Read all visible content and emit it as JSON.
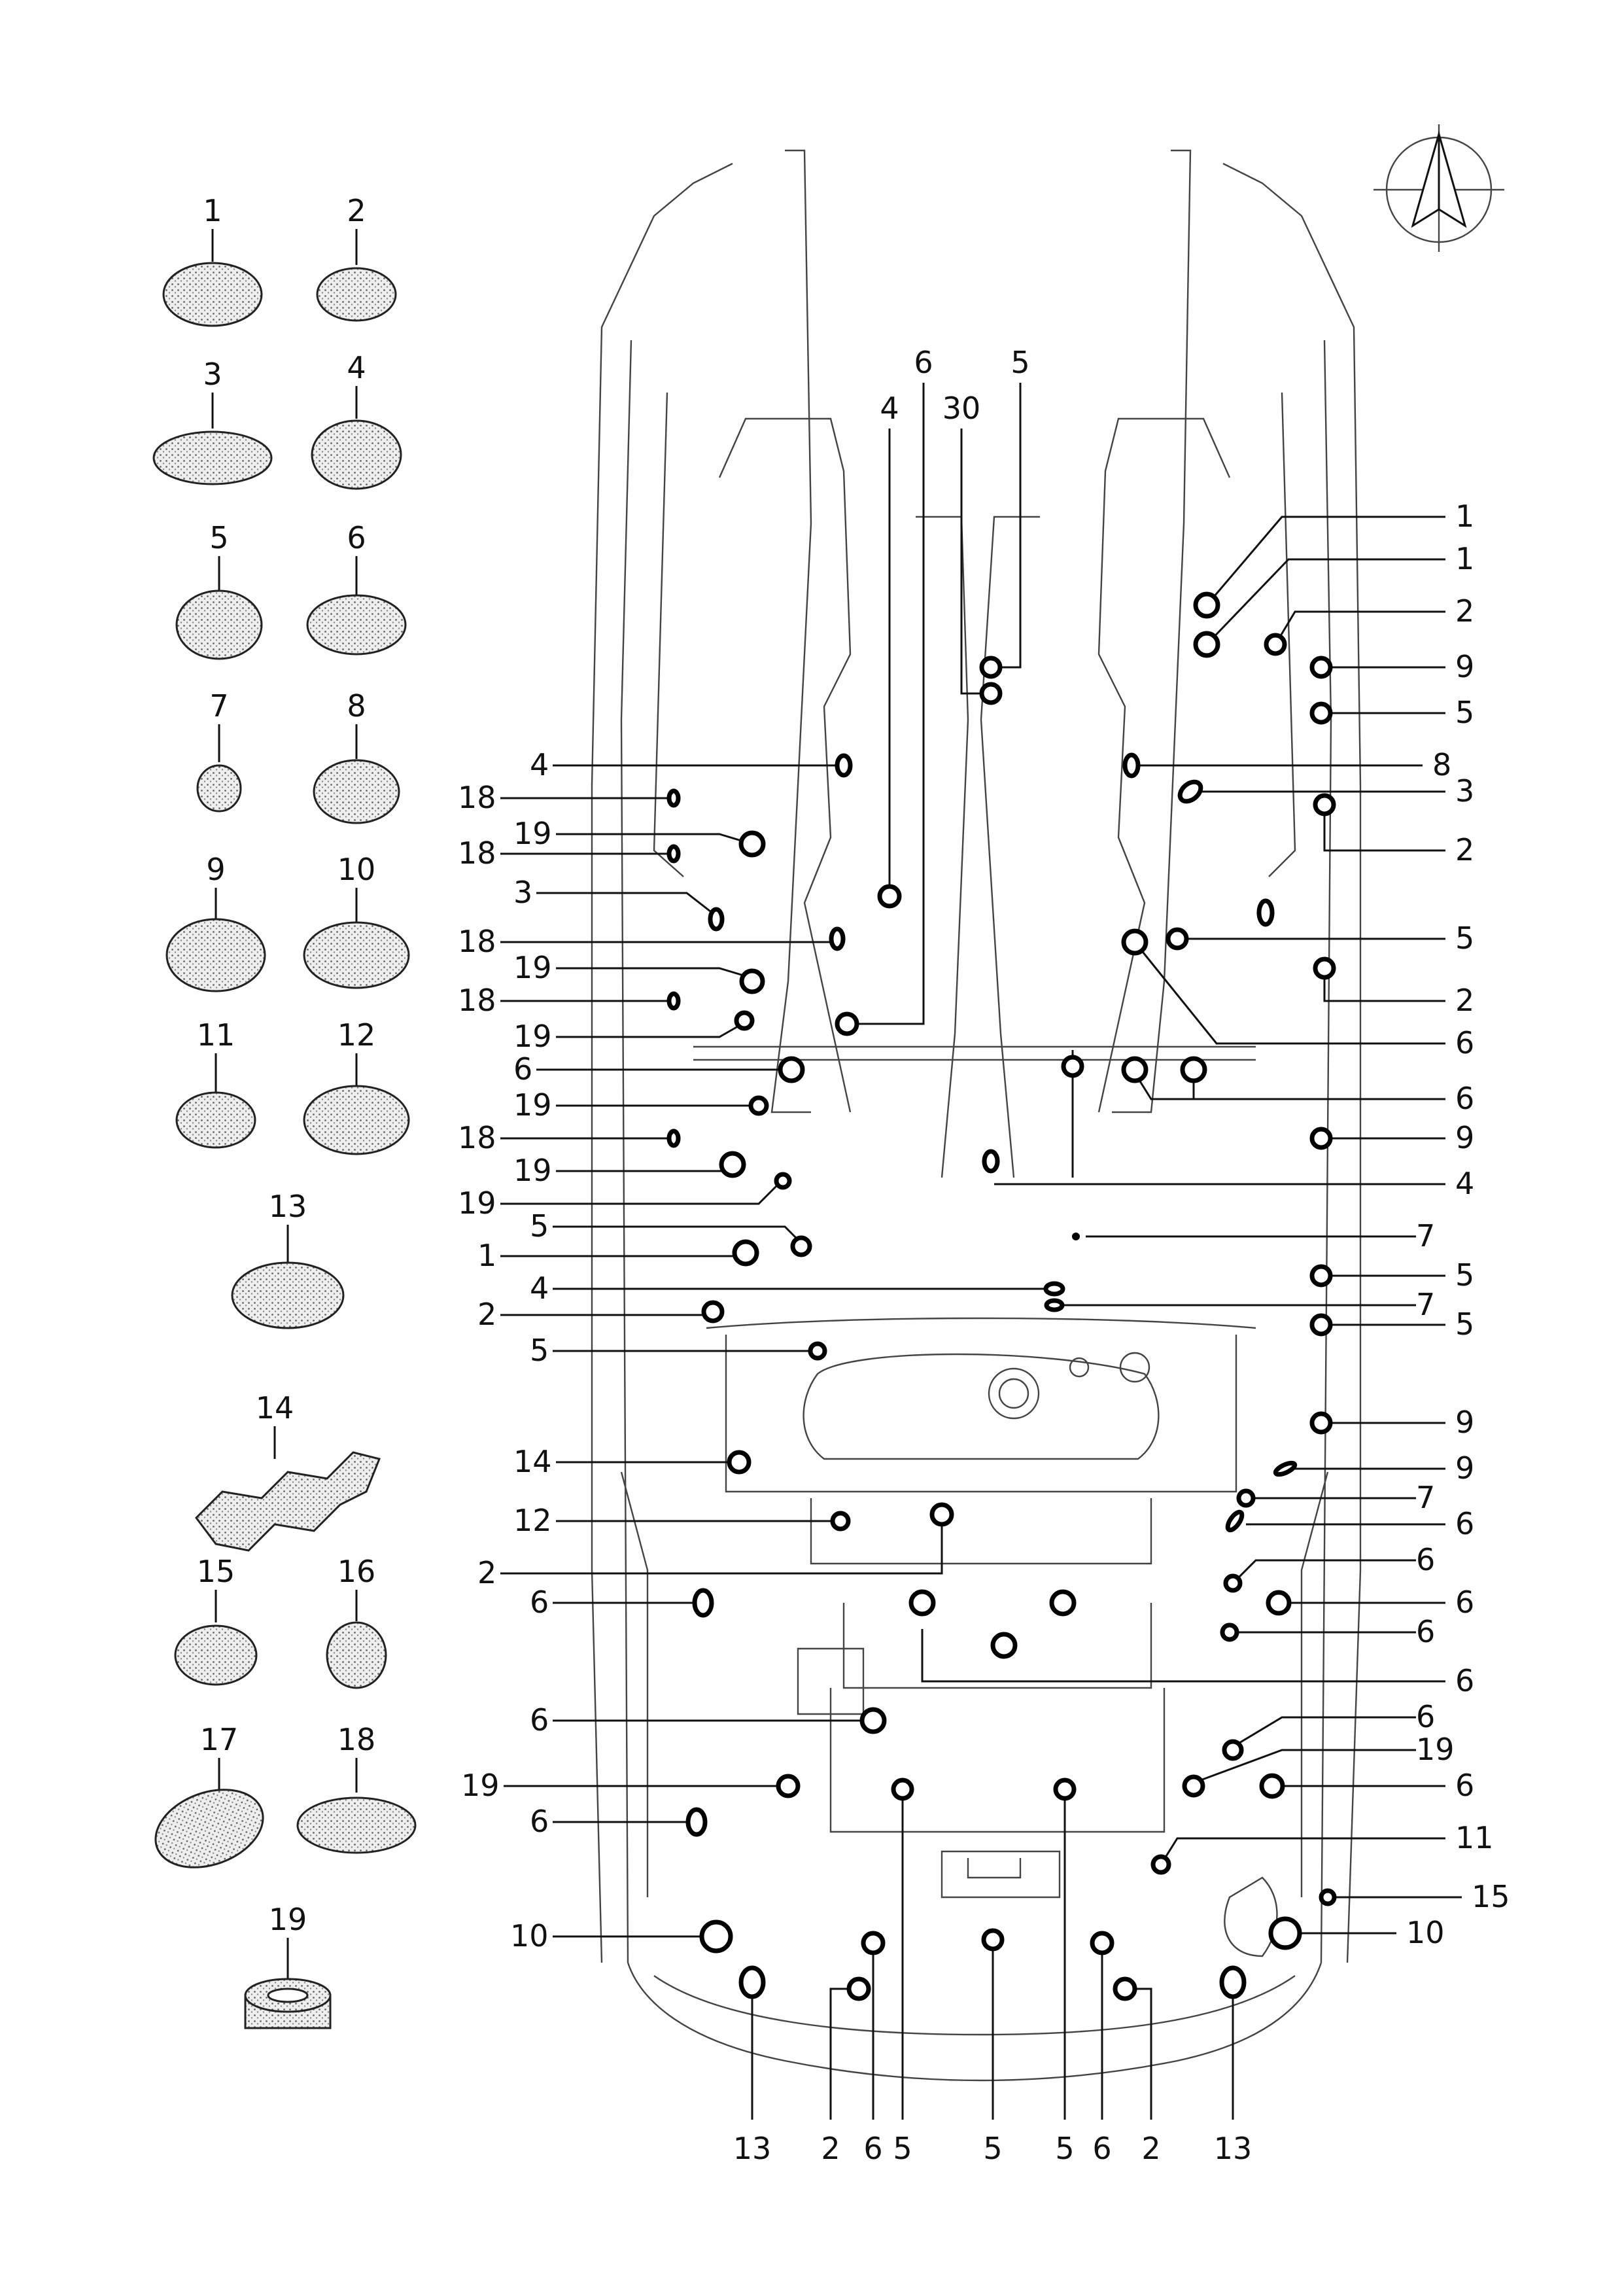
{
  "legend": {
    "part_labels": [
      "1",
      "2",
      "3",
      "4",
      "5",
      "6",
      "7",
      "8",
      "9",
      "10",
      "11",
      "12",
      "13",
      "14",
      "15",
      "16",
      "17",
      "18",
      "19"
    ]
  },
  "callouts": {
    "top": [
      "6",
      "4",
      "30",
      "5"
    ],
    "right": [
      "1",
      "1",
      "2",
      "9",
      "5",
      "8",
      "3",
      "2",
      "5",
      "2",
      "6",
      "6",
      "9",
      "4",
      "7",
      "5",
      "7",
      "5",
      "9",
      "9",
      "7",
      "6",
      "6",
      "6",
      "6",
      "6",
      "6",
      "19",
      "6",
      "11",
      "15",
      "10"
    ],
    "left": [
      "4",
      "18",
      "19",
      "18",
      "3",
      "18",
      "19",
      "18",
      "19",
      "6",
      "19",
      "18",
      "19",
      "19",
      "5",
      "1",
      "4",
      "2",
      "5",
      "14",
      "12",
      "2",
      "6",
      "6",
      "19",
      "6",
      "10"
    ],
    "bottom": [
      "13",
      "2",
      "6",
      "5",
      "5",
      "5",
      "6",
      "2",
      "13"
    ]
  }
}
